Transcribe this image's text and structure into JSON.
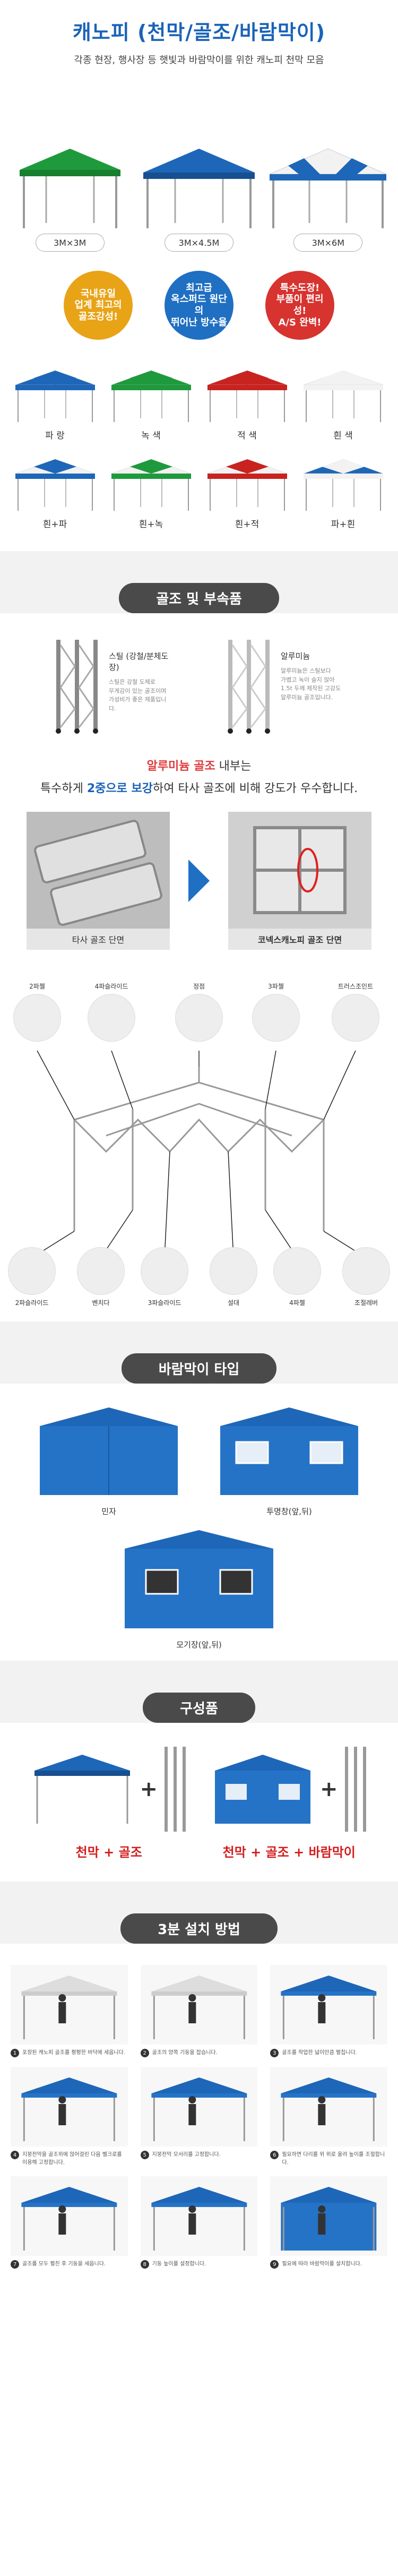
{
  "hero": {
    "title": "캐노피 (천막/골조/바람막이)",
    "subtitle": "각종 현장, 행사장 등 햇빛과 바람막이를 위한 캐노피 천막 모음",
    "sizes": [
      "3M×3M",
      "3M×4.5M",
      "3M×6M"
    ]
  },
  "features": [
    {
      "text": "국내유일\n업계 최고의\n골조강성!",
      "bg": "#e8a317",
      "color": "#fff"
    },
    {
      "text": "최고급\n옥스퍼드 원단의\n뛰어난 방수율",
      "bg": "#1f6fc2",
      "color": "#fff"
    },
    {
      "text": "특수도장!\n부품이 편리성!\nA/S 완벽!",
      "bg": "#d7332f",
      "color": "#fff"
    }
  ],
  "colors": {
    "items": [
      {
        "label": "파 랑",
        "top": "#1e66b8",
        "bot": "#1e66b8"
      },
      {
        "label": "녹 색",
        "top": "#1e9a3c",
        "bot": "#1e9a3c"
      },
      {
        "label": "적 색",
        "top": "#c8231f",
        "bot": "#c8231f"
      },
      {
        "label": "흰 색",
        "top": "#f2f2f2",
        "bot": "#f2f2f2"
      },
      {
        "label": "흰+파",
        "top": "#1e66b8",
        "bot": "#f2f2f2"
      },
      {
        "label": "흰+녹",
        "top": "#1e9a3c",
        "bot": "#f2f2f2"
      },
      {
        "label": "흰+적",
        "top": "#c8231f",
        "bot": "#f2f2f2"
      },
      {
        "label": "파+흰",
        "top": "#f2f2f2",
        "bot": "#1e66b8"
      }
    ]
  },
  "frames": {
    "section_title": "골조 및 부속품",
    "steel_title": "스틸 (강철/분체도장)",
    "steel_desc": "스틸은 강철 도체로\n무게감이 있는 골조이며\n가성비가 좋은 제품입니다.",
    "alu_title": "알루미늄",
    "alu_desc": "알루미늄은 스틸보다\n가볍고 녹이 슬지 않아\n1.5t 두께 제작된 고강도\n알루미늄 골조입니다.",
    "alu_line1_pre": "알루미늄 골조",
    "alu_line1_post": " 내부는",
    "alu_line2_pre": "특수하게 ",
    "alu_line2_bold": "2중으로 보강",
    "alu_line2_post": "하여 타사 골조에 비해 강도가 우수합니다.",
    "cross_other": "타사 골조 단면",
    "cross_ours": "코넥스캐노피 골조 단면"
  },
  "parts": {
    "top": [
      "2파첼",
      "4파슬라이드",
      "정점",
      "3파첼",
      "트러스조인트"
    ],
    "bottom": [
      "2파슬라이드",
      "벤치다",
      "3파슬라이드",
      "설대",
      "4파첼",
      "조절레버"
    ]
  },
  "walls": {
    "section_title": "바람막이 타입",
    "labels": [
      "민자",
      "투명창(앞,뒤)",
      "모기장(앞,뒤)"
    ]
  },
  "components": {
    "section_title": "구성품",
    "labels": [
      "천막 + 골조",
      "천막 + 골조 + 바람막이"
    ]
  },
  "install": {
    "section_title": "3분 설치 방법",
    "steps": [
      "포장된 캐노피 골조를 평평한 바닥에 세웁니다.",
      "골조의 양쪽 기둥을 잡습니다.",
      "골조를 작업한 넓이만큼 펼칩니다.",
      "지붕천막을 골조위에 얹어걸린 다음 벨크로를 이용해 고정합니다.",
      "지붕천막 모서리를 고정합니다.",
      "필요하면 다리를 위 위로 올려 높이를 조절합니다.",
      "골조를 모두 펼친 후 기둥을 세웁니다.",
      "기둥 높이를 설정합니다.",
      "필요에 따라 바람막이를 설치합니다."
    ]
  }
}
